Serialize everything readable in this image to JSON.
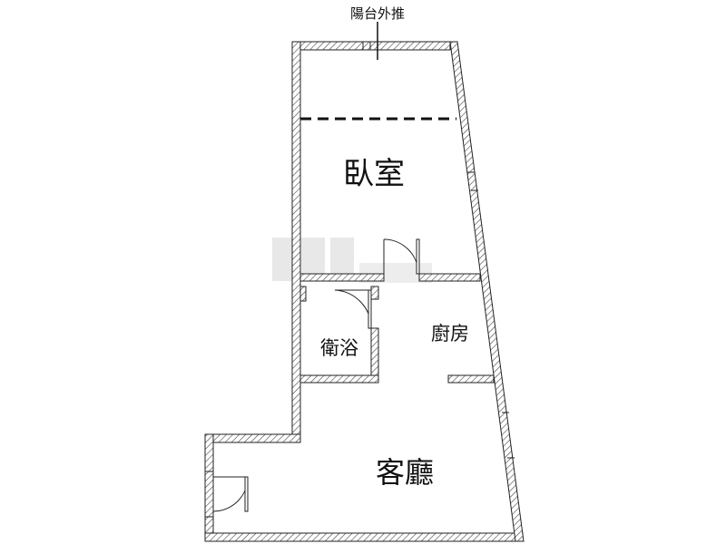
{
  "annotation": {
    "balcony_extension": "陽台外推"
  },
  "rooms": {
    "bedroom": "臥室",
    "bathroom": "衛浴",
    "kitchen": "廚房",
    "living_room": "客廳"
  }
}
